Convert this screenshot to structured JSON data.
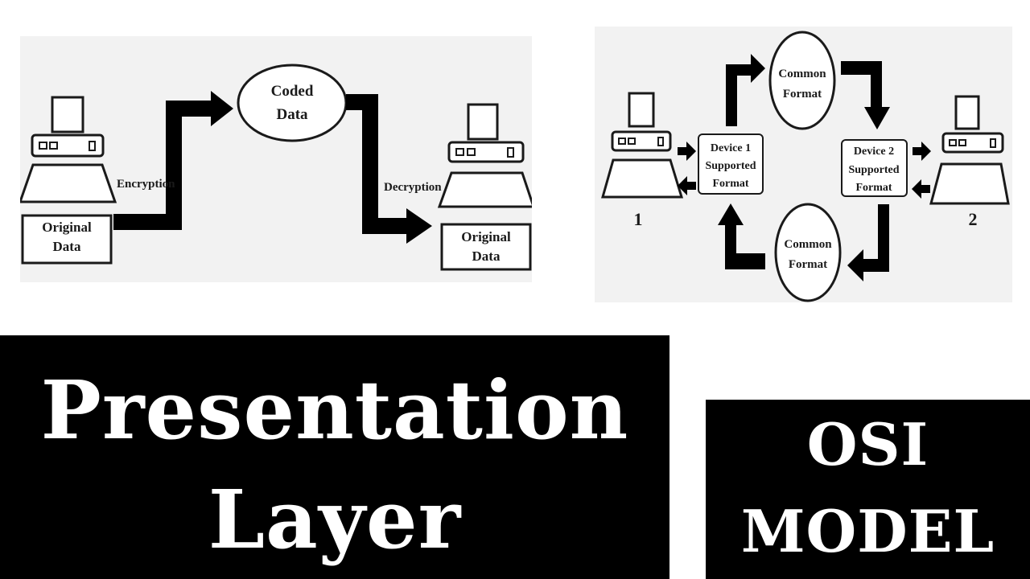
{
  "left_diagram": {
    "encryption_label": "Encryption",
    "decryption_label": "Decryption",
    "coded_data": [
      "Coded",
      "Data"
    ],
    "sender_box": [
      "Original",
      "Data"
    ],
    "receiver_box": [
      "Original",
      "Data"
    ]
  },
  "right_diagram": {
    "device1_box": [
      "Device 1",
      "Supported",
      "Format"
    ],
    "device2_box": [
      "Device 2",
      "Supported",
      "Format"
    ],
    "top_ellipse": [
      "Common",
      "Format"
    ],
    "bottom_ellipse": [
      "Common",
      "Format"
    ],
    "computer1_label": "1",
    "computer2_label": "2"
  },
  "title": {
    "line1": "Presentation",
    "line2": "Layer"
  },
  "badge": {
    "line1": "OSI",
    "line2": "MODEL"
  }
}
